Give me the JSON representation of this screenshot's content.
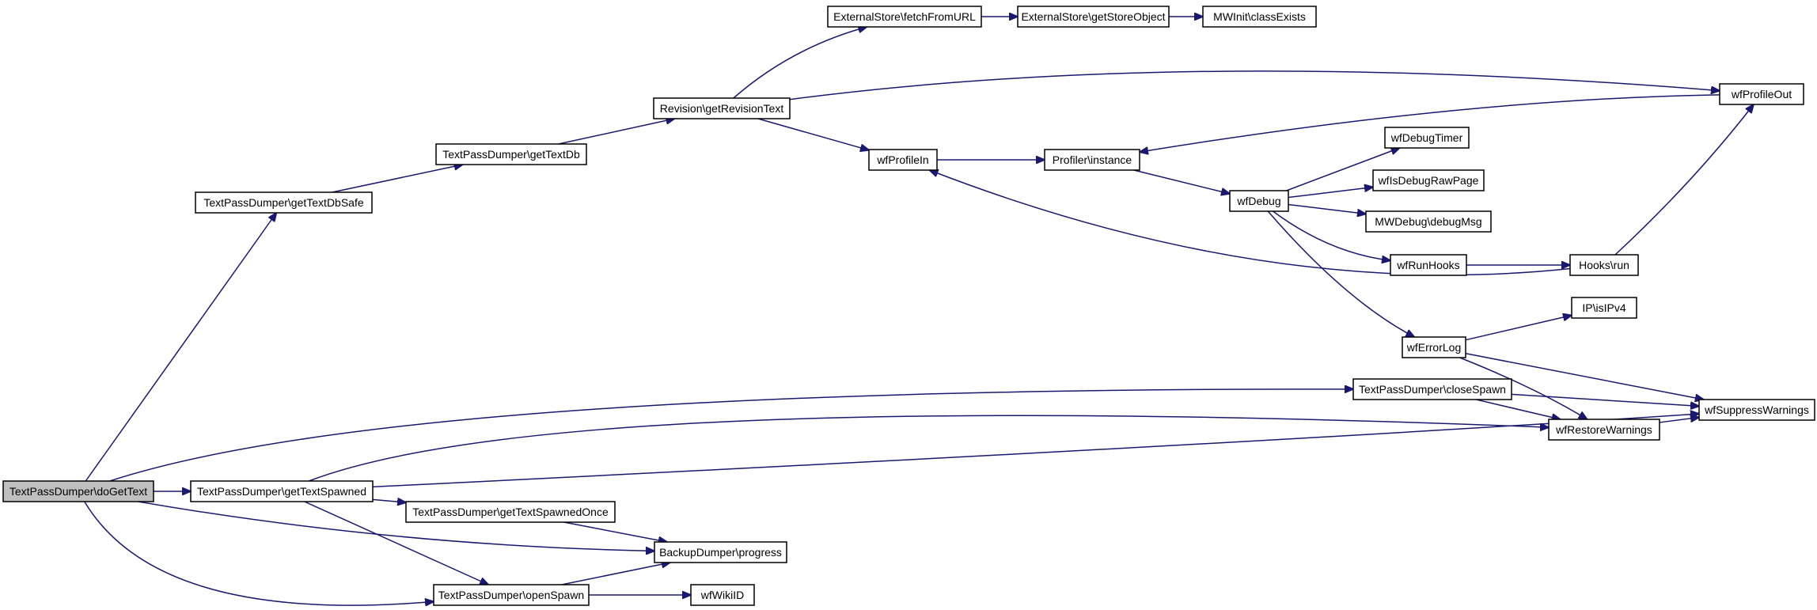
{
  "diagram": {
    "type": "call-graph",
    "colors": {
      "edge": "#191970",
      "node_border": "#000000",
      "root_fill": "#bfbfbf",
      "node_fill": "#ffffff"
    },
    "nodes": [
      {
        "id": "doGetText",
        "label": "TextPassDumper\\doGetText",
        "root": true
      },
      {
        "id": "getTextDbSafe",
        "label": "TextPassDumper\\getTextDbSafe"
      },
      {
        "id": "getTextDb",
        "label": "TextPassDumper\\getTextDb"
      },
      {
        "id": "getRevisionText",
        "label": "Revision\\getRevisionText"
      },
      {
        "id": "fetchFromURL",
        "label": "ExternalStore\\fetchFromURL"
      },
      {
        "id": "getStoreObject",
        "label": "ExternalStore\\getStoreObject"
      },
      {
        "id": "classExists",
        "label": "MWInit\\classExists"
      },
      {
        "id": "wfProfileOut",
        "label": "wfProfileOut"
      },
      {
        "id": "wfProfileIn",
        "label": "wfProfileIn"
      },
      {
        "id": "profilerInstance",
        "label": "Profiler\\instance"
      },
      {
        "id": "wfDebug",
        "label": "wfDebug"
      },
      {
        "id": "wfDebugTimer",
        "label": "wfDebugTimer"
      },
      {
        "id": "wfIsDebugRawPage",
        "label": "wfIsDebugRawPage"
      },
      {
        "id": "debugMsg",
        "label": "MWDebug\\debugMsg"
      },
      {
        "id": "wfRunHooks",
        "label": "wfRunHooks"
      },
      {
        "id": "hooksRun",
        "label": "Hooks\\run"
      },
      {
        "id": "isIPv4",
        "label": "IP\\isIPv4"
      },
      {
        "id": "wfErrorLog",
        "label": "wfErrorLog"
      },
      {
        "id": "closeSpawn",
        "label": "TextPassDumper\\closeSpawn"
      },
      {
        "id": "wfSuppressWarnings",
        "label": "wfSuppressWarnings"
      },
      {
        "id": "wfRestoreWarnings",
        "label": "wfRestoreWarnings"
      },
      {
        "id": "getTextSpawned",
        "label": "TextPassDumper\\getTextSpawned"
      },
      {
        "id": "getTextSpawnedOnce",
        "label": "TextPassDumper\\getTextSpawnedOnce"
      },
      {
        "id": "progress",
        "label": "BackupDumper\\progress"
      },
      {
        "id": "openSpawn",
        "label": "TextPassDumper\\openSpawn"
      },
      {
        "id": "wfWikiID",
        "label": "wfWikiID"
      }
    ],
    "edges": [
      {
        "from": "doGetText",
        "to": "getTextDbSafe"
      },
      {
        "from": "doGetText",
        "to": "closeSpawn"
      },
      {
        "from": "doGetText",
        "to": "getTextSpawned"
      },
      {
        "from": "doGetText",
        "to": "progress"
      },
      {
        "from": "doGetText",
        "to": "openSpawn"
      },
      {
        "from": "getTextDbSafe",
        "to": "getTextDb"
      },
      {
        "from": "getTextDb",
        "to": "getRevisionText"
      },
      {
        "from": "getRevisionText",
        "to": "fetchFromURL"
      },
      {
        "from": "getRevisionText",
        "to": "wfProfileOut"
      },
      {
        "from": "getRevisionText",
        "to": "wfProfileIn"
      },
      {
        "from": "fetchFromURL",
        "to": "getStoreObject"
      },
      {
        "from": "getStoreObject",
        "to": "classExists"
      },
      {
        "from": "wfProfileOut",
        "to": "profilerInstance"
      },
      {
        "from": "wfProfileIn",
        "to": "profilerInstance"
      },
      {
        "from": "profilerInstance",
        "to": "wfDebug"
      },
      {
        "from": "wfDebug",
        "to": "wfDebugTimer"
      },
      {
        "from": "wfDebug",
        "to": "wfIsDebugRawPage"
      },
      {
        "from": "wfDebug",
        "to": "debugMsg"
      },
      {
        "from": "wfDebug",
        "to": "wfRunHooks"
      },
      {
        "from": "wfDebug",
        "to": "wfErrorLog"
      },
      {
        "from": "wfRunHooks",
        "to": "hooksRun"
      },
      {
        "from": "hooksRun",
        "to": "wfProfileOut"
      },
      {
        "from": "hooksRun",
        "to": "wfProfileIn"
      },
      {
        "from": "wfErrorLog",
        "to": "isIPv4"
      },
      {
        "from": "wfErrorLog",
        "to": "wfSuppressWarnings"
      },
      {
        "from": "wfErrorLog",
        "to": "wfRestoreWarnings"
      },
      {
        "from": "closeSpawn",
        "to": "wfSuppressWarnings"
      },
      {
        "from": "closeSpawn",
        "to": "wfRestoreWarnings"
      },
      {
        "from": "wfRestoreWarnings",
        "to": "wfSuppressWarnings"
      },
      {
        "from": "getTextSpawned",
        "to": "wfRestoreWarnings"
      },
      {
        "from": "getTextSpawned",
        "to": "wfSuppressWarnings"
      },
      {
        "from": "getTextSpawned",
        "to": "getTextSpawnedOnce"
      },
      {
        "from": "getTextSpawned",
        "to": "openSpawn"
      },
      {
        "from": "getTextSpawnedOnce",
        "to": "progress"
      },
      {
        "from": "openSpawn",
        "to": "progress"
      },
      {
        "from": "openSpawn",
        "to": "wfWikiID"
      }
    ]
  }
}
